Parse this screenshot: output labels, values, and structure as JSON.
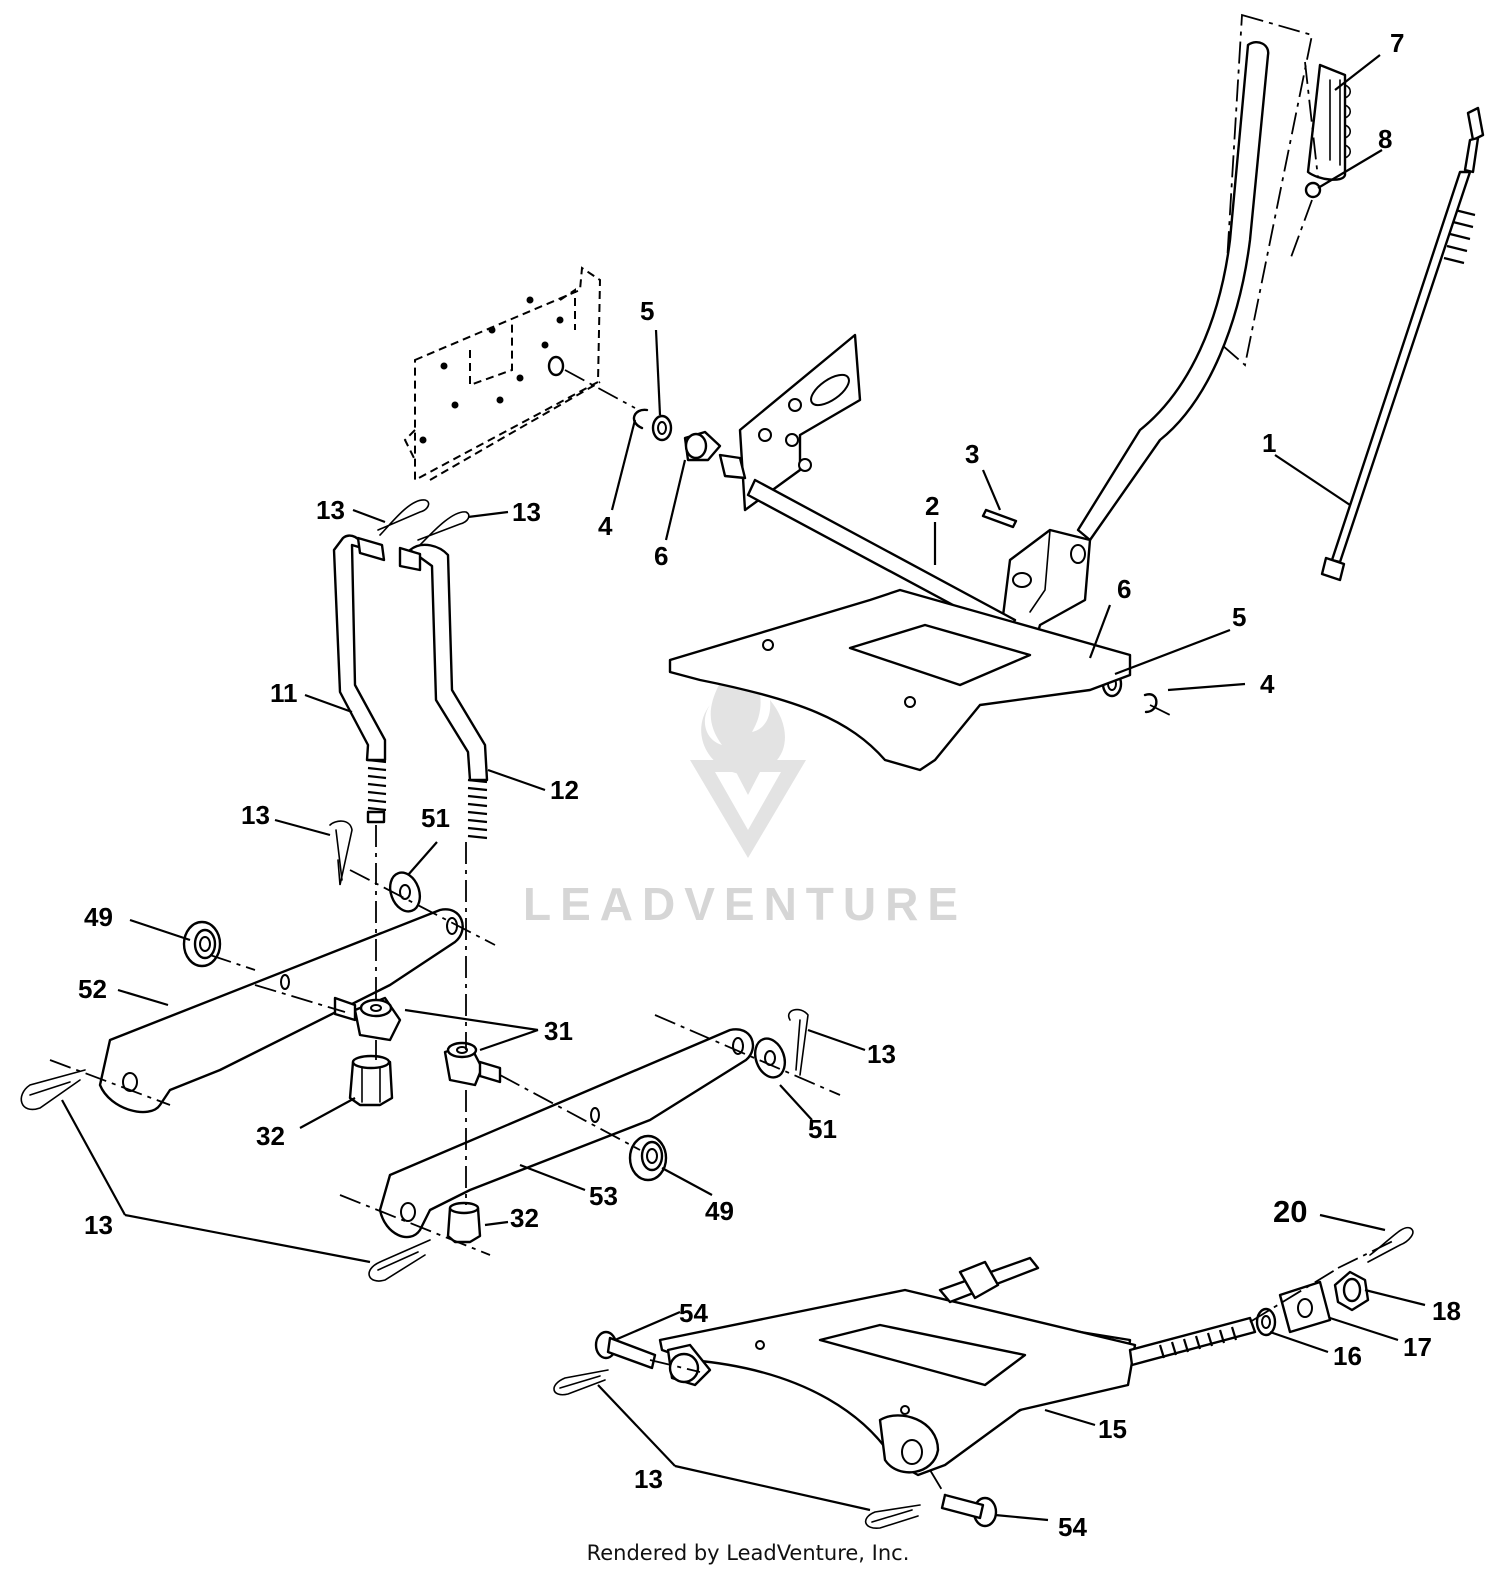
{
  "watermark": {
    "text": "LEADVENTURE",
    "logo": "flame-v-logo",
    "color": "#d6d6d6"
  },
  "credit": "Rendered by LeadVenture, Inc.",
  "callouts": {
    "c1": "1",
    "c2": "2",
    "c3": "3",
    "c4a": "4",
    "c4b": "4",
    "c5a": "5",
    "c5b": "5",
    "c6a": "6",
    "c6b": "6",
    "c7": "7",
    "c8": "8",
    "c11": "11",
    "c12": "12",
    "c13a": "13",
    "c13b": "13",
    "c13c": "13",
    "c13d": "13",
    "c13e": "13",
    "c13f": "13",
    "c15": "15",
    "c16": "16",
    "c17": "17",
    "c18": "18",
    "c20": "20",
    "c31": "31",
    "c32a": "32",
    "c32b": "32",
    "c49a": "49",
    "c49b": "49",
    "c51a": "51",
    "c51b": "51",
    "c52": "52",
    "c53": "53",
    "c54a": "54",
    "c54b": "54"
  }
}
